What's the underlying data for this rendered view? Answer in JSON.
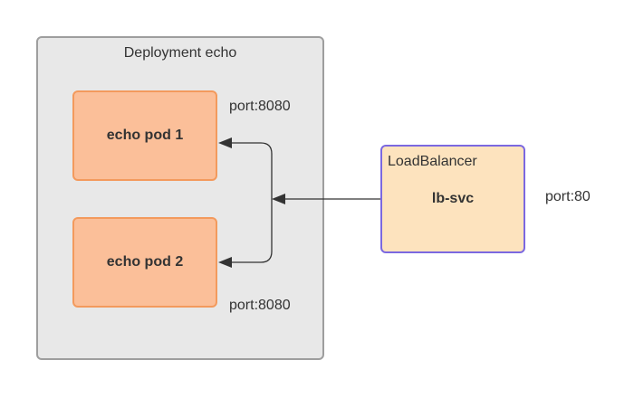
{
  "deployment": {
    "title": "Deployment echo"
  },
  "pods": [
    {
      "label": "echo pod 1",
      "port": "port:8080"
    },
    {
      "label": "echo pod 2",
      "port": "port:8080"
    }
  ],
  "service": {
    "type": "LoadBalancer",
    "name": "lb-svc",
    "port": "port:80"
  },
  "colors": {
    "group_fill": "#e8e8e8",
    "group_border": "#9e9e9e",
    "pod_fill": "#fbbf99",
    "pod_border": "#f39a5d",
    "service_fill": "#fde3be",
    "service_border": "#7b68e0",
    "connector": "#333333"
  }
}
